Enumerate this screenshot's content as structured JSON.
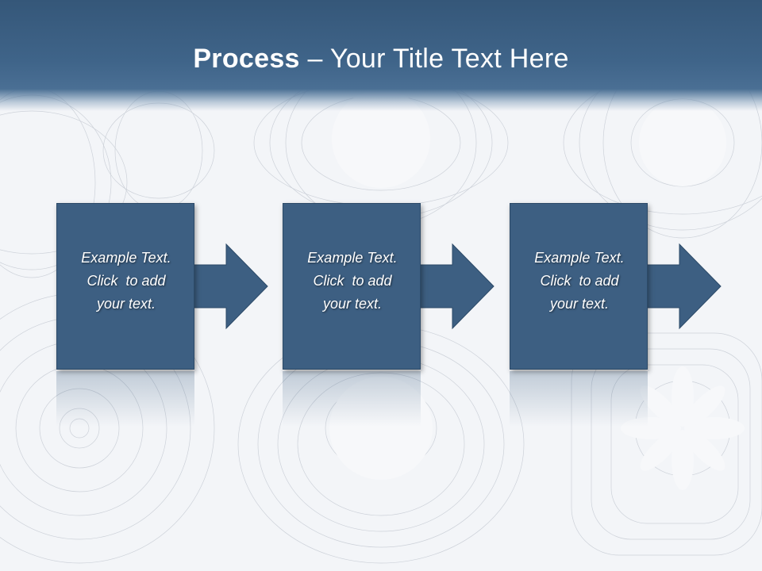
{
  "slide": {
    "title_bold": "Process",
    "title_rest": " – Your Title Text Here"
  },
  "steps": [
    {
      "line1": "Example Text.",
      "line2": "Click  to add",
      "line3": "your text."
    },
    {
      "line1": "Example Text.",
      "line2": "Click  to add",
      "line3": "your text."
    },
    {
      "line1": "Example Text.",
      "line2": "Click  to add",
      "line3": "your text."
    }
  ],
  "colors": {
    "header": "#3f6489",
    "box": "#3d5f82",
    "text": "#ffffff",
    "background": "#f3f5f8"
  }
}
